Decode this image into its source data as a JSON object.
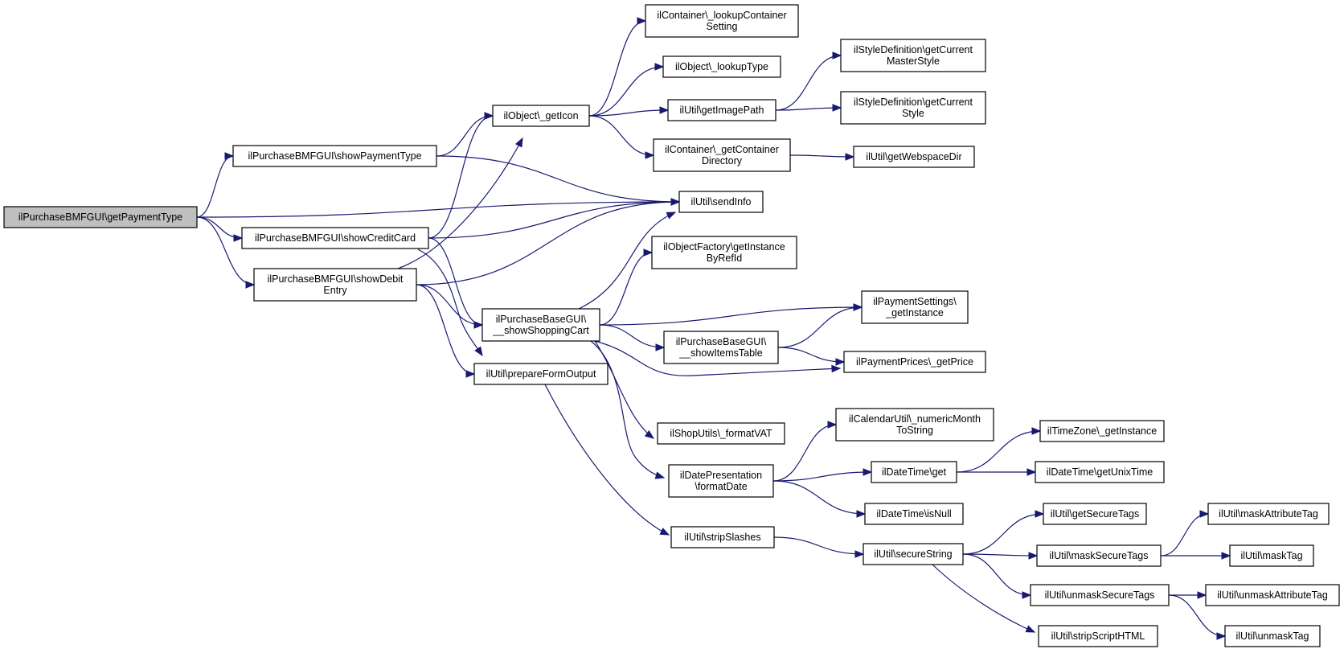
{
  "diagram": {
    "type": "call-graph",
    "colors": {
      "edge": "#191970",
      "node_border": "#000000",
      "root_fill": "#bfbfbf",
      "node_fill": "#ffffff"
    },
    "nodes": [
      {
        "id": "n0",
        "lines": [
          "ilPurchaseBMFGUI\\getPaymentType"
        ],
        "root": true
      },
      {
        "id": "n1",
        "lines": [
          "ilPurchaseBMFGUI\\showPaymentType"
        ]
      },
      {
        "id": "n2",
        "lines": [
          "ilUtil\\sendInfo"
        ]
      },
      {
        "id": "n3",
        "lines": [
          "ilPurchaseBMFGUI\\showCreditCard"
        ]
      },
      {
        "id": "n4",
        "lines": [
          "ilPurchaseBMFGUI\\showDebit",
          "Entry"
        ]
      },
      {
        "id": "n5",
        "lines": [
          "ilObject\\_getIcon"
        ]
      },
      {
        "id": "n6",
        "lines": [
          "ilContainer\\_lookupContainer",
          "Setting"
        ]
      },
      {
        "id": "n7",
        "lines": [
          "ilObject\\_lookupType"
        ]
      },
      {
        "id": "n8",
        "lines": [
          "ilUtil\\getImagePath"
        ]
      },
      {
        "id": "n9",
        "lines": [
          "ilContainer\\_getContainer",
          "Directory"
        ]
      },
      {
        "id": "n10",
        "lines": [
          "ilStyleDefinition\\getCurrent",
          "MasterStyle"
        ]
      },
      {
        "id": "n11",
        "lines": [
          "ilStyleDefinition\\getCurrent",
          "Style"
        ]
      },
      {
        "id": "n12",
        "lines": [
          "ilUtil\\getWebspaceDir"
        ]
      },
      {
        "id": "n13",
        "lines": [
          "ilPurchaseBaseGUI\\",
          "__showShoppingCart"
        ]
      },
      {
        "id": "n14",
        "lines": [
          "ilUtil\\prepareFormOutput"
        ]
      },
      {
        "id": "n15",
        "lines": [
          "ilObjectFactory\\getInstance",
          "ByRefId"
        ]
      },
      {
        "id": "n16",
        "lines": [
          "ilPaymentSettings\\",
          "_getInstance"
        ]
      },
      {
        "id": "n17",
        "lines": [
          "ilPurchaseBaseGUI\\",
          "__showItemsTable"
        ]
      },
      {
        "id": "n18",
        "lines": [
          "ilPaymentPrices\\_getPrice"
        ]
      },
      {
        "id": "n19",
        "lines": [
          "ilShopUtils\\_formatVAT"
        ]
      },
      {
        "id": "n20",
        "lines": [
          "ilDatePresentation",
          "\\formatDate"
        ]
      },
      {
        "id": "n21",
        "lines": [
          "ilCalendarUtil\\_numericMonth",
          "ToString"
        ]
      },
      {
        "id": "n22",
        "lines": [
          "ilDateTime\\get"
        ]
      },
      {
        "id": "n23",
        "lines": [
          "ilDateTime\\isNull"
        ]
      },
      {
        "id": "n24",
        "lines": [
          "ilTimeZone\\_getInstance"
        ]
      },
      {
        "id": "n25",
        "lines": [
          "ilDateTime\\getUnixTime"
        ]
      },
      {
        "id": "n26",
        "lines": [
          "ilUtil\\stripSlashes"
        ]
      },
      {
        "id": "n27",
        "lines": [
          "ilUtil\\secureString"
        ]
      },
      {
        "id": "n28",
        "lines": [
          "ilUtil\\getSecureTags"
        ]
      },
      {
        "id": "n29",
        "lines": [
          "ilUtil\\maskSecureTags"
        ]
      },
      {
        "id": "n30",
        "lines": [
          "ilUtil\\unmaskSecureTags"
        ]
      },
      {
        "id": "n31",
        "lines": [
          "ilUtil\\stripScriptHTML"
        ]
      },
      {
        "id": "n32",
        "lines": [
          "ilUtil\\maskAttributeTag"
        ]
      },
      {
        "id": "n33",
        "lines": [
          "ilUtil\\maskTag"
        ]
      },
      {
        "id": "n34",
        "lines": [
          "ilUtil\\unmaskAttributeTag"
        ]
      },
      {
        "id": "n35",
        "lines": [
          "ilUtil\\unmaskTag"
        ]
      }
    ],
    "edges": [
      [
        "n0",
        "n1"
      ],
      [
        "n0",
        "n2"
      ],
      [
        "n0",
        "n3"
      ],
      [
        "n0",
        "n4"
      ],
      [
        "n1",
        "n5"
      ],
      [
        "n1",
        "n2"
      ],
      [
        "n3",
        "n5"
      ],
      [
        "n3",
        "n2"
      ],
      [
        "n3",
        "n13"
      ],
      [
        "n3",
        "n14"
      ],
      [
        "n4",
        "n5"
      ],
      [
        "n4",
        "n2"
      ],
      [
        "n4",
        "n13"
      ],
      [
        "n4",
        "n14"
      ],
      [
        "n5",
        "n6"
      ],
      [
        "n5",
        "n7"
      ],
      [
        "n5",
        "n8"
      ],
      [
        "n5",
        "n9"
      ],
      [
        "n8",
        "n10"
      ],
      [
        "n8",
        "n11"
      ],
      [
        "n9",
        "n12"
      ],
      [
        "n13",
        "n2"
      ],
      [
        "n13",
        "n15"
      ],
      [
        "n13",
        "n16"
      ],
      [
        "n13",
        "n17"
      ],
      [
        "n13",
        "n18"
      ],
      [
        "n13",
        "n19"
      ],
      [
        "n13",
        "n20"
      ],
      [
        "n17",
        "n16"
      ],
      [
        "n17",
        "n18"
      ],
      [
        "n14",
        "n26"
      ],
      [
        "n20",
        "n21"
      ],
      [
        "n20",
        "n22"
      ],
      [
        "n20",
        "n23"
      ],
      [
        "n22",
        "n24"
      ],
      [
        "n22",
        "n25"
      ],
      [
        "n26",
        "n27"
      ],
      [
        "n27",
        "n28"
      ],
      [
        "n27",
        "n29"
      ],
      [
        "n27",
        "n30"
      ],
      [
        "n27",
        "n31"
      ],
      [
        "n29",
        "n32"
      ],
      [
        "n29",
        "n33"
      ],
      [
        "n30",
        "n34"
      ],
      [
        "n30",
        "n35"
      ]
    ]
  }
}
